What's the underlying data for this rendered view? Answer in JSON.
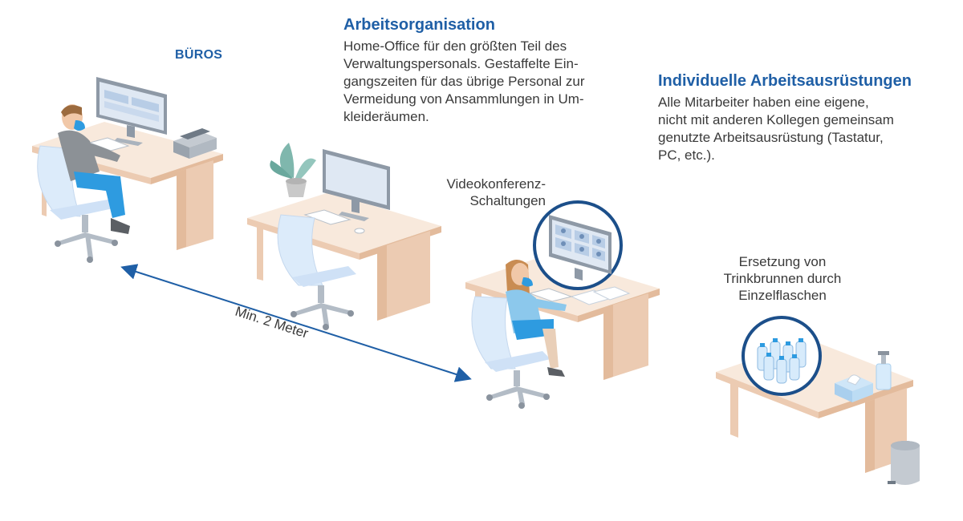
{
  "section_title": "BÜROS",
  "work_org": {
    "heading": "Arbeitsorganisation",
    "lines": [
      "Home-Office für den größten Teil des",
      "Verwaltungspersonals. Gestaffelte Ein-",
      "gangszeiten für das übrige Personal zur",
      "Vermeidung von Ansammlungen in Um-",
      "kleideräumen."
    ]
  },
  "equipment": {
    "heading": "Individuelle Arbeitsausrüstungen",
    "lines": [
      "Alle Mitarbeiter haben eine eigene,",
      "nicht mit anderen Kollegen gemeinsam",
      "genutzte Arbeitsausrüstung (Tastatur,",
      "PC, etc.)."
    ]
  },
  "video_label": [
    "Videokonferenz-",
    "Schaltungen"
  ],
  "water_label": [
    "Ersetzung von",
    "Trinkbrunnen durch",
    "Einzelflaschen"
  ],
  "distance_label": "Min. 2 Meter",
  "colors": {
    "accent": "#1f5fa6",
    "desk_top": "#f8e9dc",
    "desk_side": "#eccbb2",
    "chair": "#dcebfa",
    "shirt_blue": "#2e9be0",
    "text": "#3a3a3a"
  }
}
